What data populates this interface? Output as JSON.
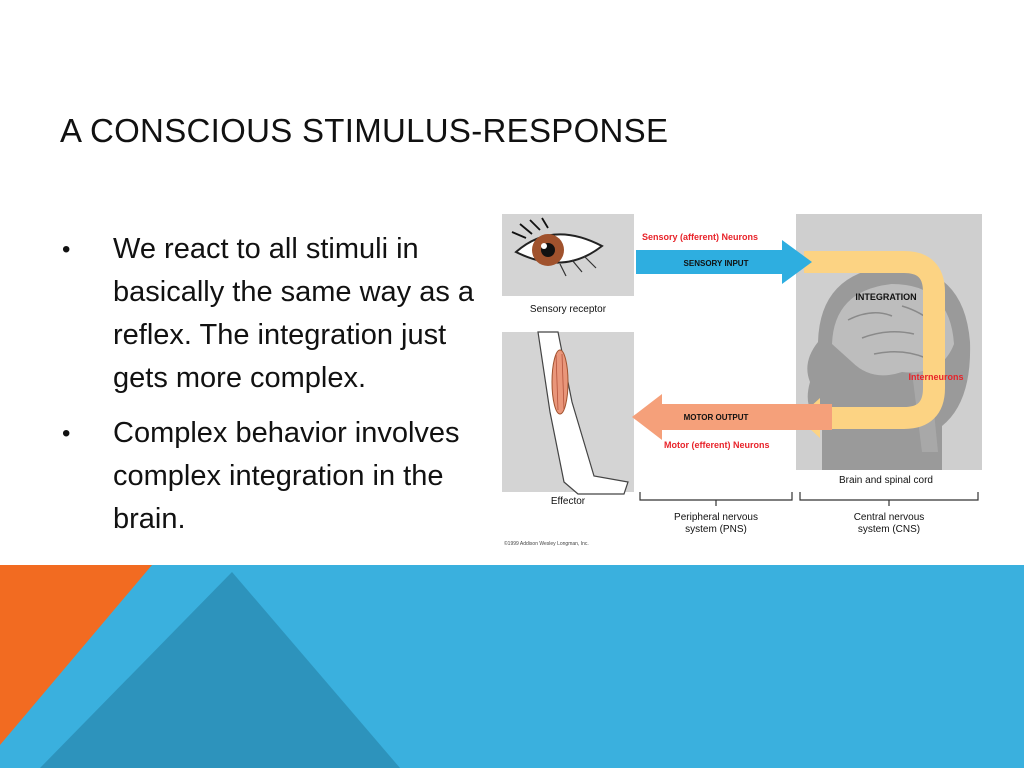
{
  "slide": {
    "title": "A CONSCIOUS STIMULUS-RESPONSE",
    "bullets": [
      "We react to all stimuli in basically the same way as a reflex. The integration just gets more complex.",
      "Complex behavior involves complex integration in the brain."
    ]
  },
  "colors": {
    "orange": "#f26b21",
    "blue": "#3ab0de",
    "blue_dark": "#2a8ab0",
    "sensory_arrow": "#2eaee0",
    "motor_arrow": "#f5a07a",
    "integration_path": "#fcd383",
    "label_red": "#e8232a",
    "panel_gray": "#d2d2d2"
  },
  "diagram": {
    "sensory_neurons_label": "Sensory (afferent) Neurons",
    "sensory_input_label": "SENSORY INPUT",
    "integration_label": "INTEGRATION",
    "interneurons_label": "Interneurons",
    "motor_output_label": "MOTOR OUTPUT",
    "motor_neurons_label": "Motor (efferent) Neurons",
    "sensory_receptor_label": "Sensory receptor",
    "effector_label": "Effector",
    "brain_label": "Brain and spinal cord",
    "pns_label_line1": "Peripheral nervous",
    "pns_label_line2": "system (PNS)",
    "cns_label_line1": "Central nervous",
    "cns_label_line2": "system (CNS)",
    "copyright": "©1999 Addison Wesley Longman, Inc."
  }
}
